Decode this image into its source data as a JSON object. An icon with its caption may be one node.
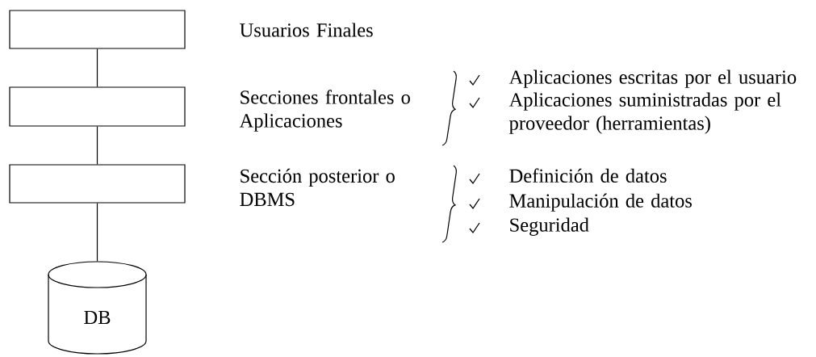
{
  "diagram": {
    "nodes": [
      {
        "text": [],
        "shape": "box",
        "beside": [
          "Usuarios Finales"
        ]
      },
      {
        "text": [],
        "shape": "box",
        "beside": [
          "Secciones frontales o Aplicaciones"
        ]
      },
      {
        "text": [],
        "shape": "box",
        "beside": [
          "Sección posterior o DBMS"
        ]
      },
      {
        "text": [
          "DB"
        ]
      }
    ],
    "edges": [
      {
        "from": 0,
        "to": 1,
        "arrow": "none"
      },
      {
        "from": 1,
        "to": 2,
        "arrow": "none"
      },
      {
        "from": 2,
        "to": 3,
        "arrow": "none"
      }
    ],
    "labels": [
      "Aplicaciones escritas por el usuario",
      "Aplicaciones suministradas por el proveedor (herramientas)",
      "Definición de datos",
      "Manipulación de datos",
      "Seguridad"
    ]
  }
}
